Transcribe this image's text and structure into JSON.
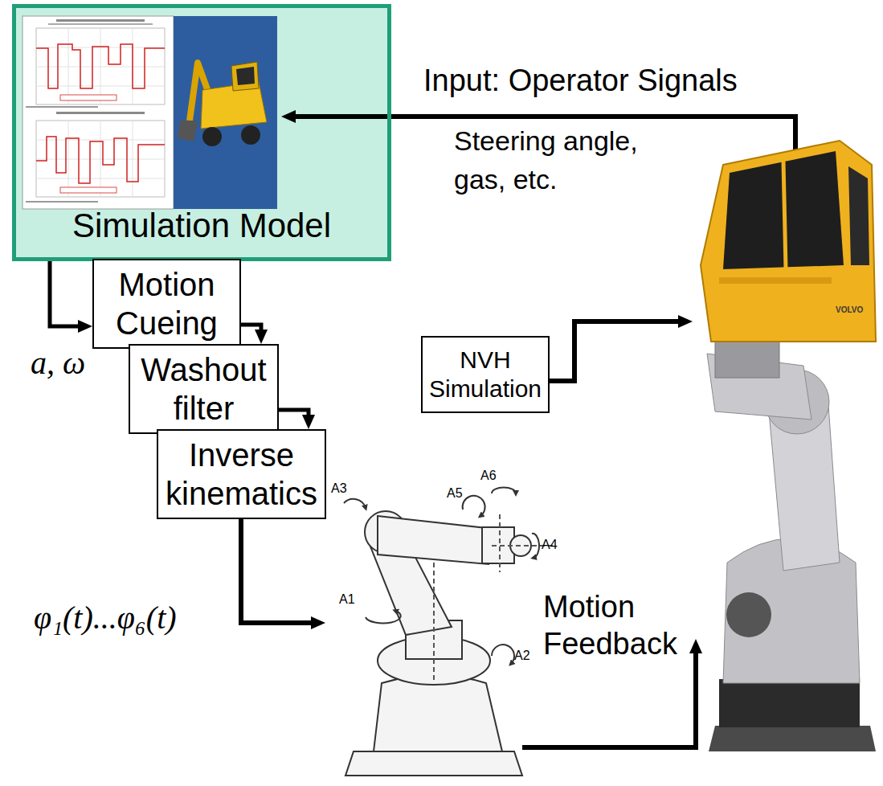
{
  "diagram": {
    "nodes": [
      {
        "text": [
          "Simulation Model"
        ]
      },
      {
        "text": [
          "Motion Cueing"
        ]
      },
      {
        "text": [
          "Washout filter"
        ]
      },
      {
        "text": [
          "Inverse kinematics"
        ]
      },
      {
        "text": [
          "NVH Simulation"
        ]
      }
    ],
    "edges": [
      {
        "from": 0,
        "to": 1,
        "arrow": "to"
      },
      {
        "from": 1,
        "to": 2,
        "arrow": "to"
      },
      {
        "from": 2,
        "to": 3,
        "arrow": "to"
      }
    ],
    "labels": [
      "Input: Operator Signals",
      "Steering angle, gas, etc.",
      "a, ω",
      "φ₁(t)...φ₆(t)",
      "Motion Feedback",
      "A3",
      "A5",
      "A6",
      "A4",
      "A1",
      "A2",
      "VOLVO"
    ]
  }
}
